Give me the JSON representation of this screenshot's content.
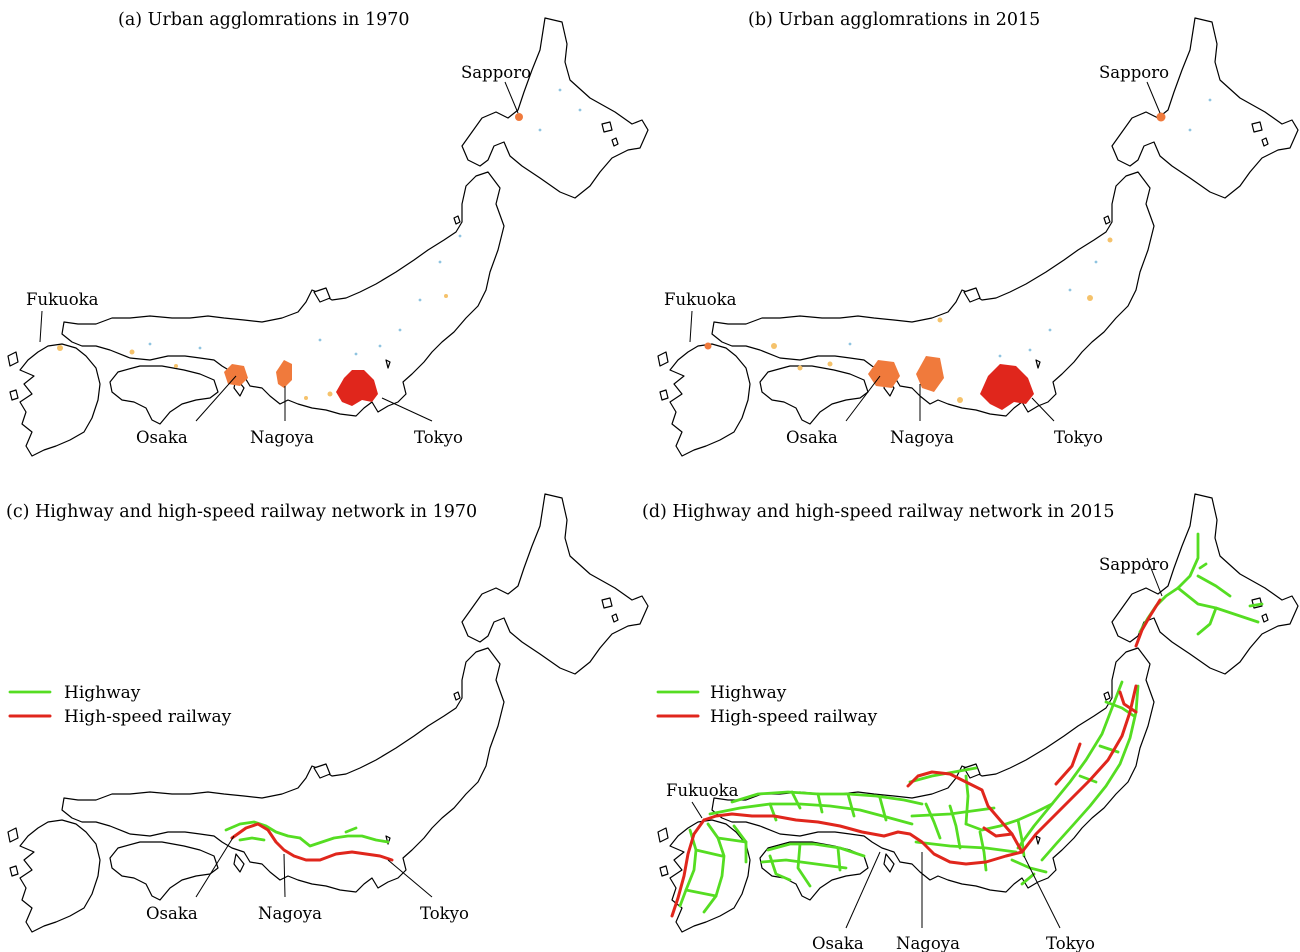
{
  "panels": [
    {
      "id": "a",
      "title": "(a) Urban agglomrations in 1970",
      "cities": [
        "Sapporo",
        "Fukuoka",
        "Osaka",
        "Nagoya",
        "Tokyo"
      ]
    },
    {
      "id": "b",
      "title": "(b) Urban agglomrations in 2015",
      "cities": [
        "Sapporo",
        "Fukuoka",
        "Osaka",
        "Nagoya",
        "Tokyo"
      ]
    },
    {
      "id": "c",
      "title": "(c) Highway and high-speed railway network in 1970",
      "cities": [
        "Osaka",
        "Nagoya",
        "Tokyo"
      ]
    },
    {
      "id": "d",
      "title": "(d) Highway and high-speed railway network in 2015",
      "cities": [
        "Sapporo",
        "Fukuoka",
        "Osaka",
        "Nagoya",
        "Tokyo"
      ]
    }
  ],
  "legend": {
    "highway": "Highway",
    "railway": "High-speed railway"
  },
  "colors": {
    "highway": "#55dd22",
    "railway": "#e0261c",
    "tokyo_agglomeration": "#e0261c",
    "osaka_nagoya_agglomeration": "#f07a3c",
    "small_agglomeration": "#f5c26b",
    "minor_settlement": "#8fc4e0",
    "outline": "#000000"
  }
}
